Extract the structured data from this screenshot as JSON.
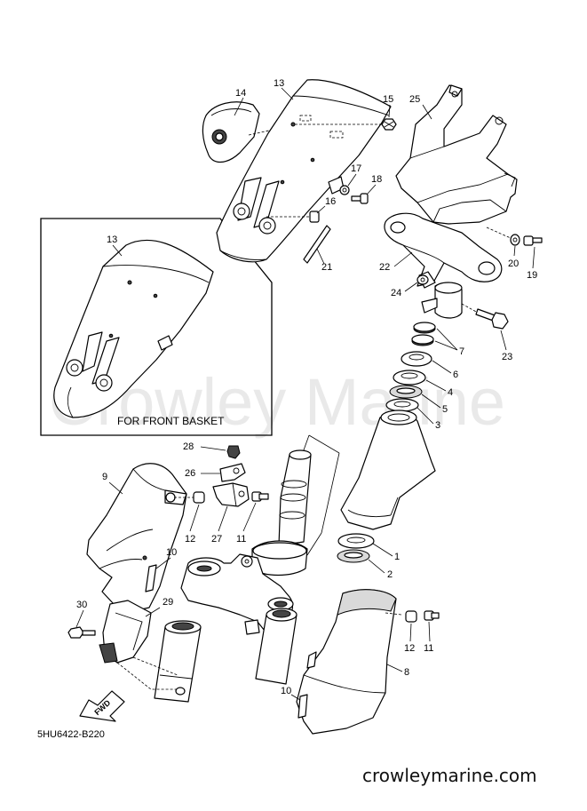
{
  "watermark": "Crowley Marine",
  "inset_label": "FOR FRONT BASKET",
  "drawing_code": "5HU6422-B220",
  "website": "crowleymarine.com",
  "fwd_label": "FWD",
  "callouts": {
    "c1": "1",
    "c2": "2",
    "c3": "3",
    "c4": "4",
    "c5": "5",
    "c6": "6",
    "c7": "7",
    "c8": "8",
    "c9": "9",
    "c10a": "10",
    "c10b": "10",
    "c11a": "11",
    "c11b": "11",
    "c12a": "12",
    "c12b": "12",
    "c13a": "13",
    "c13b": "13",
    "c14": "14",
    "c15": "15",
    "c16": "16",
    "c17": "17",
    "c18": "18",
    "c19": "19",
    "c20": "20",
    "c21": "21",
    "c22": "22",
    "c23": "23",
    "c24": "24",
    "c25": "25",
    "c26": "26",
    "c27": "27",
    "c28": "28",
    "c29": "29",
    "c30": "30"
  }
}
